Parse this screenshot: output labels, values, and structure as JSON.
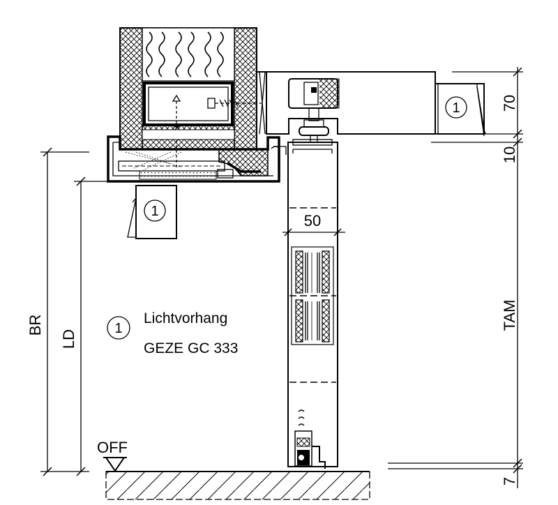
{
  "diagram": {
    "dimensions": {
      "top_height": "70",
      "gap_top": "10",
      "door_width": "50",
      "tam": "TAM",
      "gap_bottom": "7",
      "br": "BR",
      "ld": "LD"
    },
    "floor_label": "OFF",
    "legend": {
      "marker": "1",
      "line1": "Lichtvorhang",
      "line2": "GEZE GC 333"
    },
    "callouts": [
      {
        "number": "1"
      },
      {
        "number": "1"
      }
    ]
  }
}
